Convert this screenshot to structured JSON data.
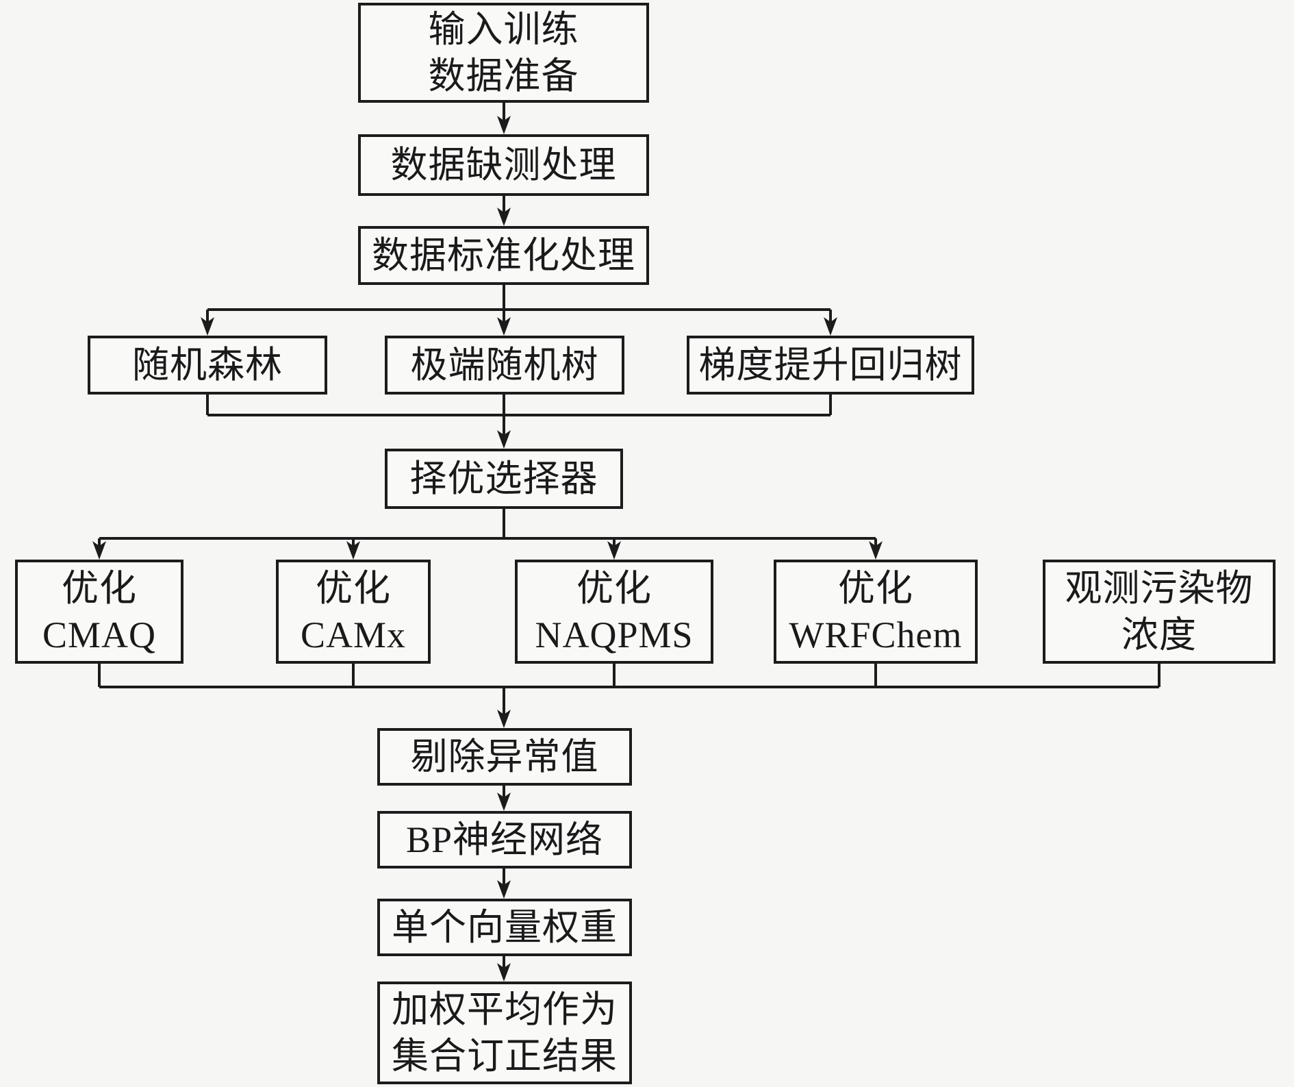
{
  "diagram": {
    "type": "flowchart",
    "direction": "top-down",
    "description": "Ensemble air-quality forecast correction workflow"
  },
  "colors": {
    "background": "#f6f6f4",
    "node_fill": "#f9f9f8",
    "line": "#1c1c1c",
    "text": "#1a1a1a"
  },
  "nodes": {
    "input_prep": {
      "label": "输入训练\n数据准备"
    },
    "missing_data": {
      "label": "数据缺测处理"
    },
    "standardize": {
      "label": "数据标准化处理"
    },
    "random_forest": {
      "label": "随机森林"
    },
    "extra_trees": {
      "label": "极端随机树"
    },
    "gbrt": {
      "label": "梯度提升回归树"
    },
    "selector": {
      "label": "择优选择器"
    },
    "cmaq": {
      "label": "优化\nCMAQ"
    },
    "camx": {
      "label": "优化\nCAMx"
    },
    "naqpms": {
      "label": "优化\nNAQPMS"
    },
    "wrfchem": {
      "label": "优化\nWRFChem"
    },
    "observed": {
      "label": "观测污染物\n浓度"
    },
    "remove_outliers": {
      "label": "剔除异常值"
    },
    "bp_network": {
      "label": "BP神经网络"
    },
    "vector_weights": {
      "label": "单个向量权重"
    },
    "weighted_result": {
      "label": "加权平均作为\n集合订正结果"
    }
  },
  "edges": [
    [
      "input_prep",
      "missing_data"
    ],
    [
      "missing_data",
      "standardize"
    ],
    [
      "standardize",
      "random_forest"
    ],
    [
      "standardize",
      "extra_trees"
    ],
    [
      "standardize",
      "gbrt"
    ],
    [
      "random_forest",
      "selector"
    ],
    [
      "extra_trees",
      "selector"
    ],
    [
      "gbrt",
      "selector"
    ],
    [
      "selector",
      "cmaq"
    ],
    [
      "selector",
      "camx"
    ],
    [
      "selector",
      "naqpms"
    ],
    [
      "selector",
      "wrfchem"
    ],
    [
      "cmaq",
      "remove_outliers"
    ],
    [
      "camx",
      "remove_outliers"
    ],
    [
      "naqpms",
      "remove_outliers"
    ],
    [
      "wrfchem",
      "remove_outliers"
    ],
    [
      "observed",
      "remove_outliers"
    ],
    [
      "remove_outliers",
      "bp_network"
    ],
    [
      "bp_network",
      "vector_weights"
    ],
    [
      "vector_weights",
      "weighted_result"
    ]
  ]
}
